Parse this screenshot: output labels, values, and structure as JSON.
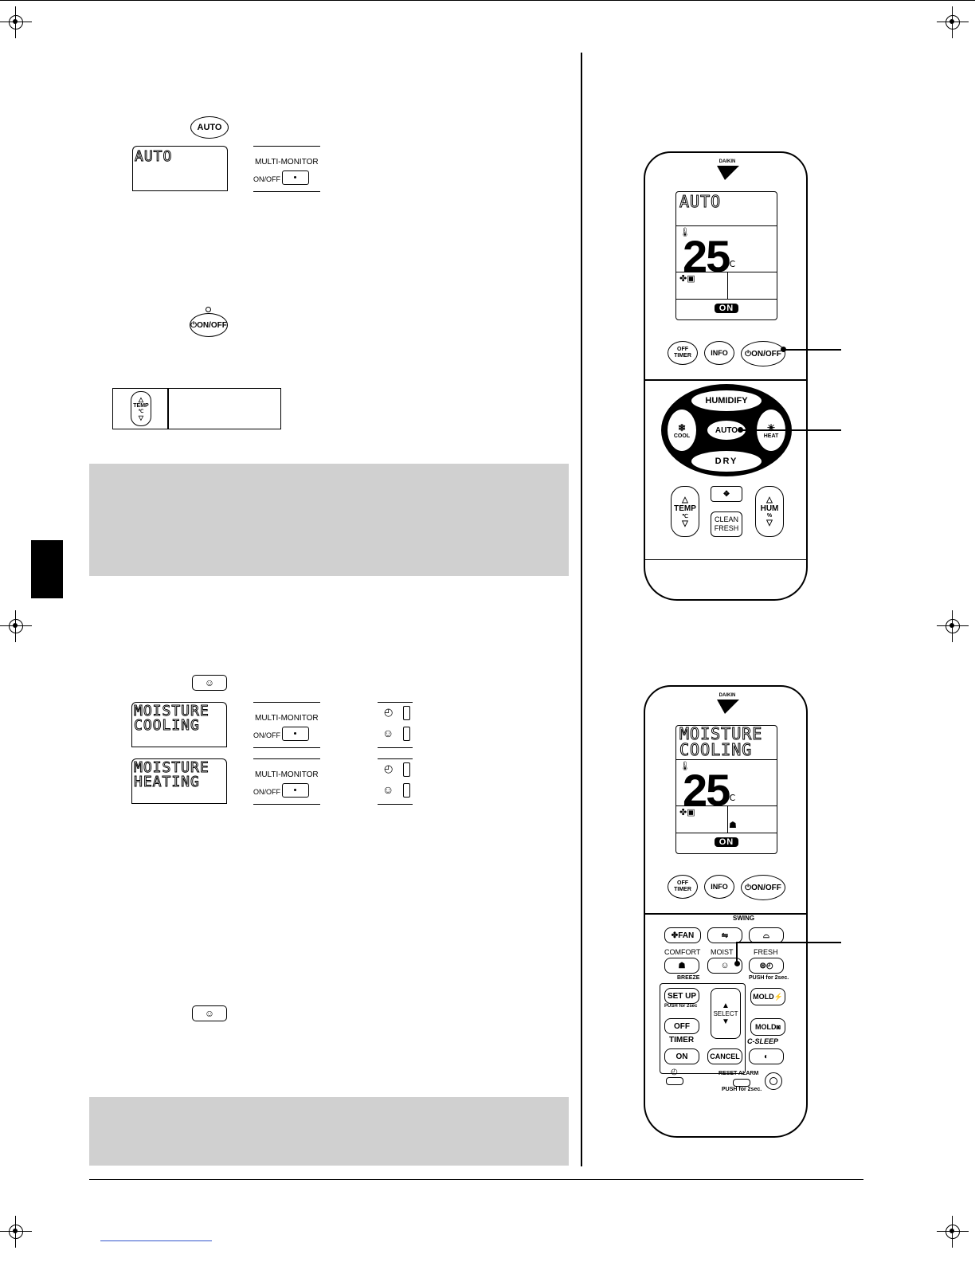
{
  "left_column": {
    "auto_section": {
      "button_label": "AUTO",
      "lcd_text": "AUTO",
      "multi_monitor": {
        "title": "MULTI-MONITOR",
        "onoff": "ON/OFF"
      }
    },
    "onoff_button_label": "⏻ON/OFF",
    "temp_box": {
      "label": "TEMP",
      "unit": "℃"
    },
    "moist_section": {
      "lcd_cooling": "MOISTURE\nCOOLING",
      "lcd_heating": "MOISTURE\nHEATING",
      "multi_monitor": {
        "title": "MULTI-MONITOR",
        "onoff": "ON/OFF"
      }
    }
  },
  "remote_top": {
    "brand": "DAIKIN",
    "lcd_mode": "AUTO",
    "temperature": "25",
    "temp_unit": "℃",
    "on_badge": "ON",
    "buttons": {
      "off_timer": "OFF\nTIMER",
      "info": "INFO",
      "onoff": "⏻ON/OFF",
      "humidify": "HUMIDIFY",
      "cool": "COOL",
      "auto": "AUTO",
      "heat": "HEAT",
      "dry": "DRY",
      "temp": "TEMP",
      "temp_unit": "℃",
      "clean_fresh": "CLEAN\nFRESH",
      "hum": "HUM",
      "hum_unit": "%"
    }
  },
  "remote_bottom": {
    "brand": "DAIKIN",
    "lcd_mode": "MOISTURE\nCOOLING",
    "temperature": "25",
    "temp_unit": "℃",
    "on_badge": "ON",
    "buttons": {
      "off_timer": "OFF\nTIMER",
      "info": "INFO",
      "onoff": "⏻ON/OFF",
      "swing": "SWING",
      "fan": "FAN",
      "comfort": "COMFORT",
      "moist": "MOIST",
      "fresh": "FRESH",
      "fresh_note": "PUSH for 2sec.",
      "breeze": "BREEZE",
      "set_up": "SET UP",
      "set_up_note": "PUSH for 2sec",
      "select": "SELECT",
      "mold_s": "MOLD",
      "mold_c": "MOLD",
      "timer_off": "OFF",
      "timer": "TIMER",
      "c_sleep": "C-SLEEP",
      "timer_on": "ON",
      "cancel": "CANCEL",
      "reset_alarm": "RESET ALARM",
      "reset_note": "PUSH for 2sec."
    }
  }
}
